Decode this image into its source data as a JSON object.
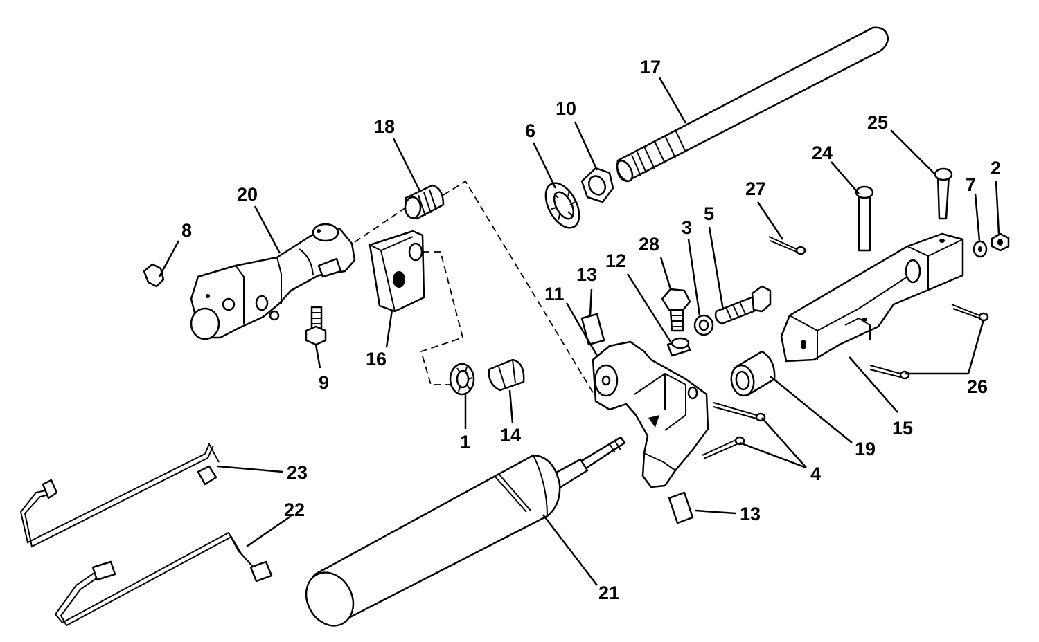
{
  "callouts": {
    "c1": "1",
    "c2": "2",
    "c3": "3",
    "c4": "4",
    "c5": "5",
    "c6": "6",
    "c7": "7",
    "c8": "8",
    "c9": "9",
    "c10": "10",
    "c11": "11",
    "c12": "12",
    "c13a": "13",
    "c13b": "13",
    "c14": "14",
    "c15": "15",
    "c16": "16",
    "c17": "17",
    "c18": "18",
    "c19": "19",
    "c20": "20",
    "c21": "21",
    "c22": "22",
    "c23": "23",
    "c24": "24",
    "c25": "25",
    "c26": "26",
    "c27": "27",
    "c28": "28"
  }
}
